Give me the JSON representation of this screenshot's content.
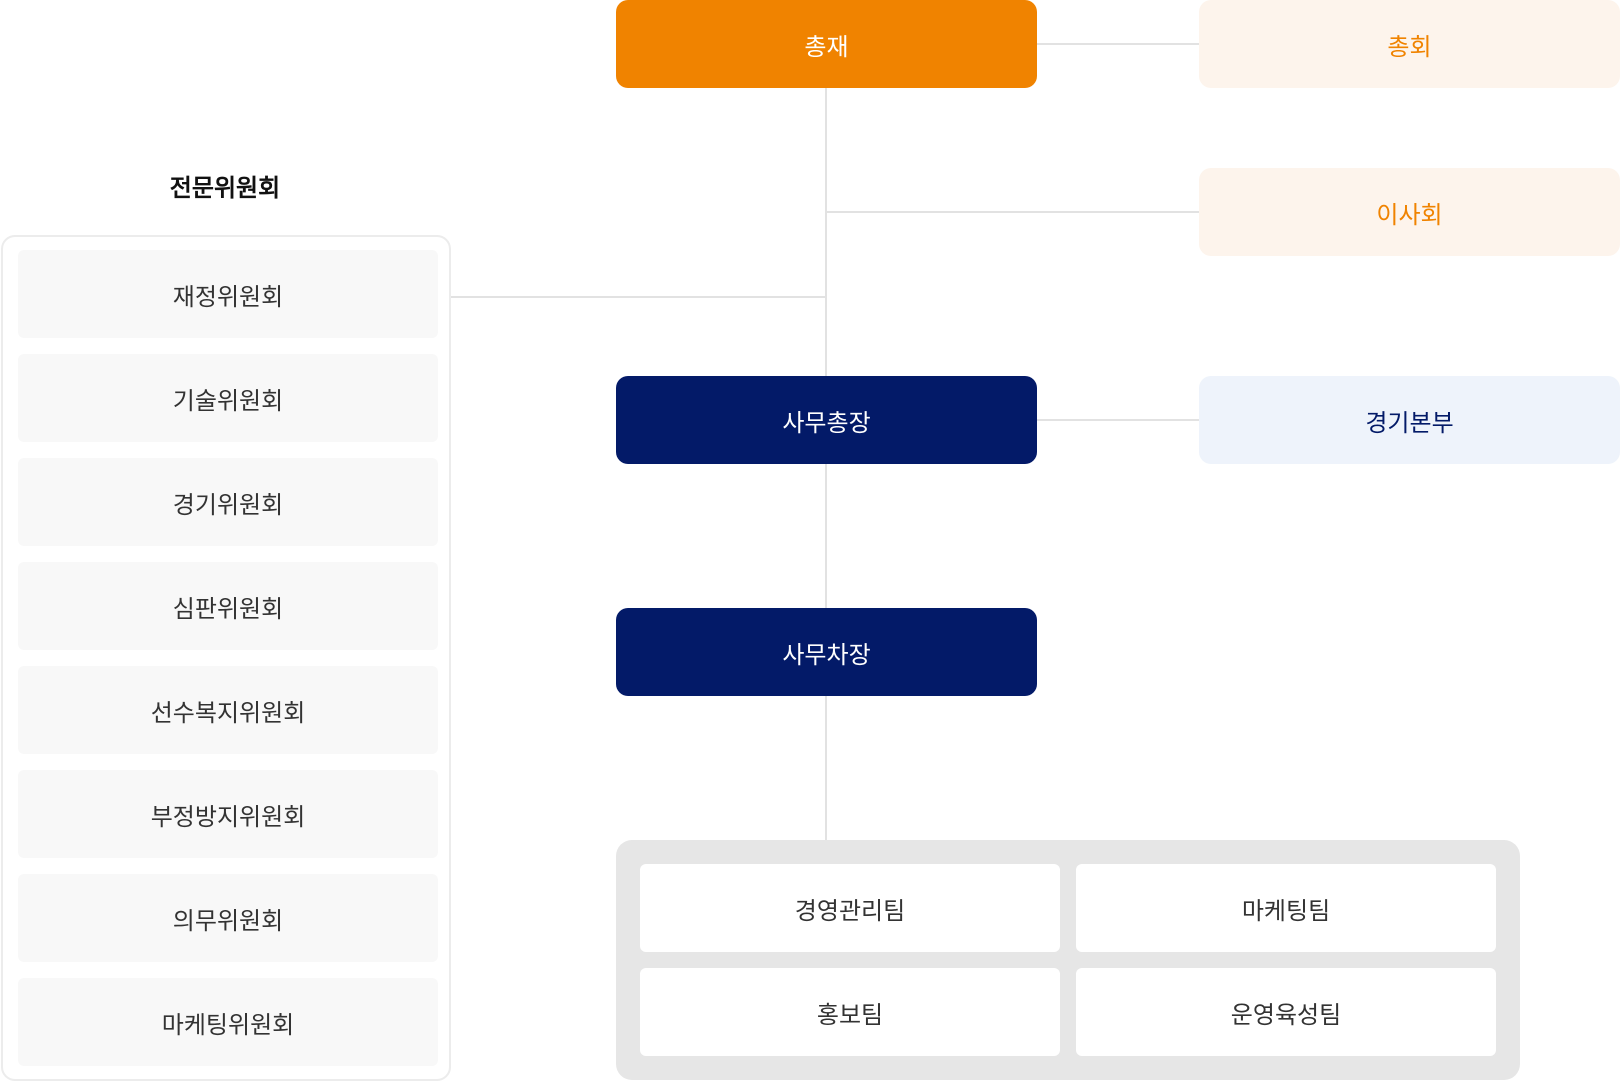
{
  "colors": {
    "orange": "#f08300",
    "peach_bg": "#fdf4ec",
    "navy": "#031a68",
    "light_blue_bg": "#eef3fb",
    "connector": "#e2e2e2",
    "panel_bg": "#e6e6e6",
    "item_bg": "#f8f8f8"
  },
  "org": {
    "president": "총재",
    "general_assembly": "총회",
    "board": "이사회",
    "secretary_general": "사무총장",
    "competition_hq": "경기본부",
    "deputy_secretary_general": "사무차장"
  },
  "committees": {
    "title": "전문위원회",
    "items": [
      "재정위원회",
      "기술위원회",
      "경기위원회",
      "심판위원회",
      "선수복지위원회",
      "부정방지위원회",
      "의무위원회",
      "마케팅위원회"
    ]
  },
  "teams": {
    "items": [
      "경영관리팀",
      "마케팅팀",
      "홍보팀",
      "운영육성팀"
    ]
  }
}
